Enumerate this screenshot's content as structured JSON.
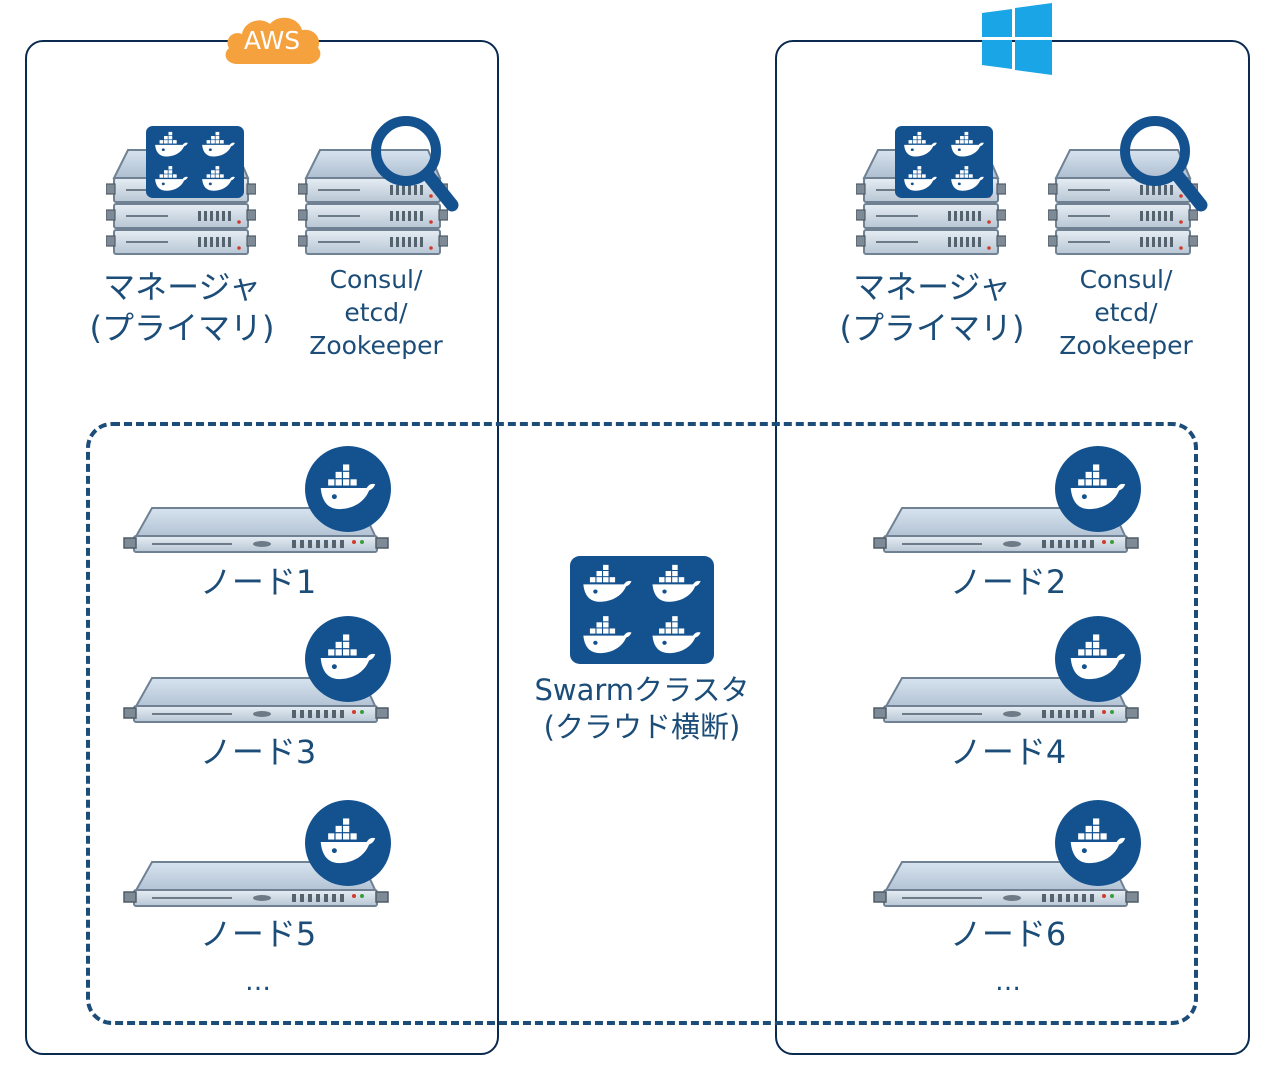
{
  "colors": {
    "border": "#0b2a4f",
    "dashed": "#1c4d78",
    "docker_blue": "#14528f",
    "text": "#1c4d78",
    "aws_orange": "#f5a23e",
    "windows_blue": "#19a5e6"
  },
  "icons": {
    "aws": "aws-cloud-icon",
    "windows": "windows-logo-icon",
    "server": "server-icon",
    "docker": "docker-whale-icon",
    "search": "magnifier-icon"
  },
  "aws_logo": {
    "text": "AWS"
  },
  "left": {
    "manager_label": [
      "マネージャ",
      "(プライマリ)"
    ],
    "discovery_label": [
      "Consul/",
      "etcd/",
      "Zookeeper"
    ]
  },
  "right": {
    "manager_label": [
      "マネージャ",
      "(プライマリ)"
    ],
    "discovery_label": [
      "Consul/",
      "etcd/",
      "Zookeeper"
    ]
  },
  "nodes": {
    "node1": "ノード1",
    "node2": "ノード2",
    "node3": "ノード3",
    "node4": "ノード4",
    "node5": "ノード5",
    "node6": "ノード6"
  },
  "more_left": "…",
  "more_right": "…",
  "swarm": {
    "label": [
      "Swarmクラスタ",
      "(クラウド横断)"
    ]
  }
}
